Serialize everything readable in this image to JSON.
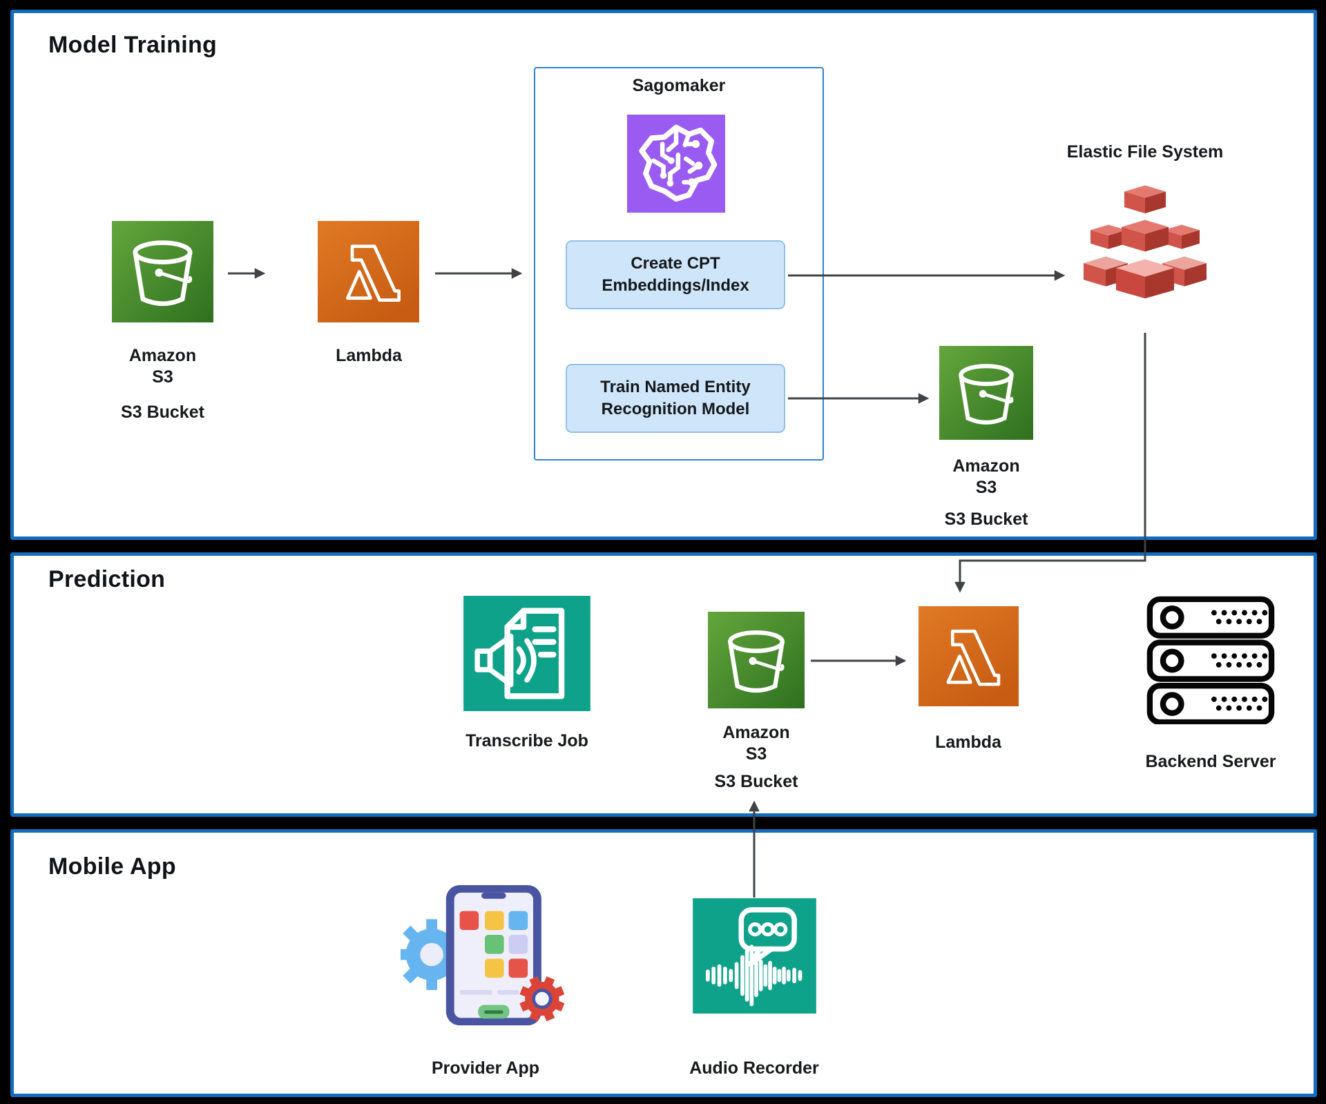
{
  "sections": {
    "model_training": {
      "title": "Model Training"
    },
    "prediction": {
      "title": "Prediction"
    },
    "mobile_app": {
      "title": "Mobile App"
    }
  },
  "nodes": {
    "s3_train_in": {
      "label1": "Amazon",
      "label2": "S3",
      "sublabel": "S3 Bucket"
    },
    "lambda_train": {
      "label": "Lambda"
    },
    "sagemaker": {
      "title": "Sagomaker"
    },
    "create_cpt": {
      "line1": "Create CPT",
      "line2": "Embeddings/Index"
    },
    "train_ner": {
      "line1": "Train Named Entity",
      "line2": "Recognition Model"
    },
    "efs": {
      "label": "Elastic File System"
    },
    "s3_train_out": {
      "label1": "Amazon",
      "label2": "S3",
      "sublabel": "S3 Bucket"
    },
    "transcribe": {
      "label": "Transcribe Job"
    },
    "s3_predict": {
      "label1": "Amazon",
      "label2": "S3",
      "sublabel": "S3 Bucket"
    },
    "lambda_predict": {
      "label": "Lambda"
    },
    "backend": {
      "label": "Backend Server"
    },
    "provider_app": {
      "label": "Provider App"
    },
    "audio_recorder": {
      "label": "Audio Recorder"
    }
  },
  "icons": {
    "s3": {
      "name": "s3-bucket-icon",
      "color_light": "#64A63C",
      "color_dark": "#2E701F"
    },
    "lambda": {
      "name": "lambda-icon",
      "color_light": "#E07A25",
      "color_dark": "#C75C12"
    },
    "sagemaker_brain": {
      "name": "sagemaker-brain-icon",
      "color": "#9A5BF2"
    },
    "efs": {
      "name": "efs-cubes-icon",
      "color": "#D0544A"
    },
    "transcribe": {
      "name": "transcribe-job-icon",
      "color": "#0EA28A"
    },
    "backend_server": {
      "name": "backend-server-icon",
      "color": "#060606"
    },
    "provider_app": {
      "name": "provider-app-icon",
      "phone_color": "#4A55A2"
    },
    "audio_recorder": {
      "name": "audio-recorder-icon",
      "color": "#0EA28A"
    }
  },
  "colors": {
    "background": "#000000",
    "panel_border": "#146CBE",
    "panel_background": "#FFFFFF",
    "sagemaker_box_border": "#2F82D2",
    "step_box_fill": "#CFE6FA",
    "step_box_border": "#92BFE6",
    "connector": "#3F4347",
    "text": "#17191C"
  }
}
